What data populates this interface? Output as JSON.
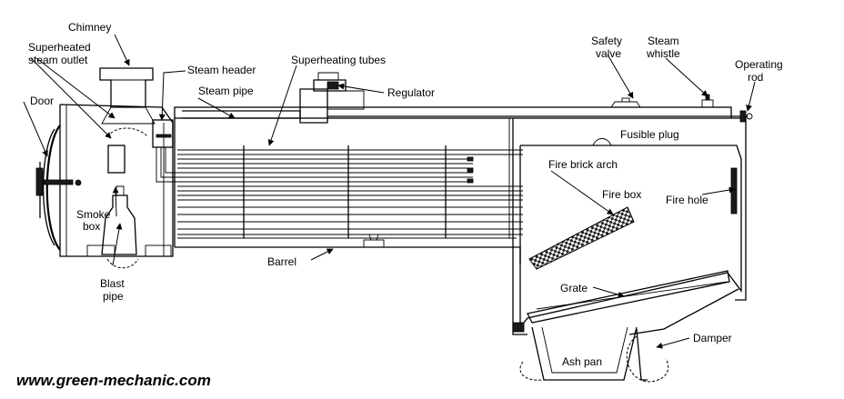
{
  "labels": {
    "chimney": "Chimney",
    "superheated_l1": "Superheated",
    "superheated_l2": "steam outlet",
    "steam_header": "Steam header",
    "superheating_tubes": "Superheating tubes",
    "steam_pipe": "Steam pipe",
    "regulator": "Regulator",
    "safety_l1": "Safety",
    "safety_l2": "valve",
    "whistle_l1": "Steam",
    "whistle_l2": "whistle",
    "operating_l1": "Operating",
    "operating_l2": "rod",
    "door": "Door",
    "fusible_plug": "Fusible plug",
    "fire_brick_arch": "Fire brick arch",
    "fire_box": "Fire box",
    "fire_hole": "Fire hole",
    "smoke_l1": "Smoke",
    "smoke_l2": "box",
    "barrel": "Barrel",
    "blast_l1": "Blast",
    "blast_l2": "pipe",
    "grate": "Grate",
    "damper": "Damper",
    "ash_pan": "Ash pan"
  },
  "website": "www.green-mechanic.com"
}
